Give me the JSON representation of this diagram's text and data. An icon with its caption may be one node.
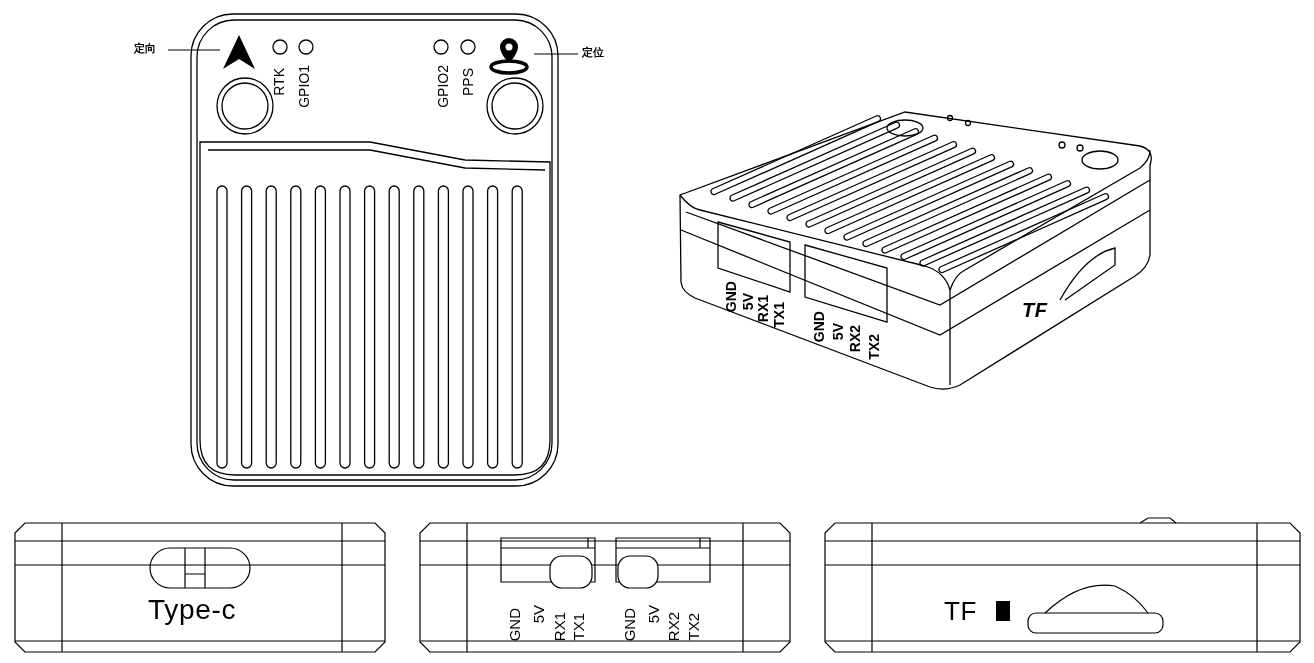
{
  "diagram": {
    "nodes": [
      {
        "text": [
          "定向"
        ]
      },
      {
        "text": [],
        "shape": "picture"
      },
      {
        "text": [
          "定位"
        ]
      },
      {
        "text": [],
        "shape": "picture"
      }
    ],
    "edges": [
      {
        "from": 0,
        "to": 1,
        "arrow": "none"
      },
      {
        "from": 2,
        "to": 3,
        "arrow": "none"
      }
    ],
    "labels": [
      "RTK",
      "GPIO1",
      "GPIO2",
      "PPS",
      "GND",
      "5V",
      "RX1",
      "TX1",
      "GND",
      "5V",
      "RX2",
      "TX2",
      "TF",
      "Type-c",
      "GND",
      "5V",
      "RX1",
      "TX1",
      "GND",
      "5V",
      "RX2",
      "TX2",
      "TF"
    ]
  }
}
